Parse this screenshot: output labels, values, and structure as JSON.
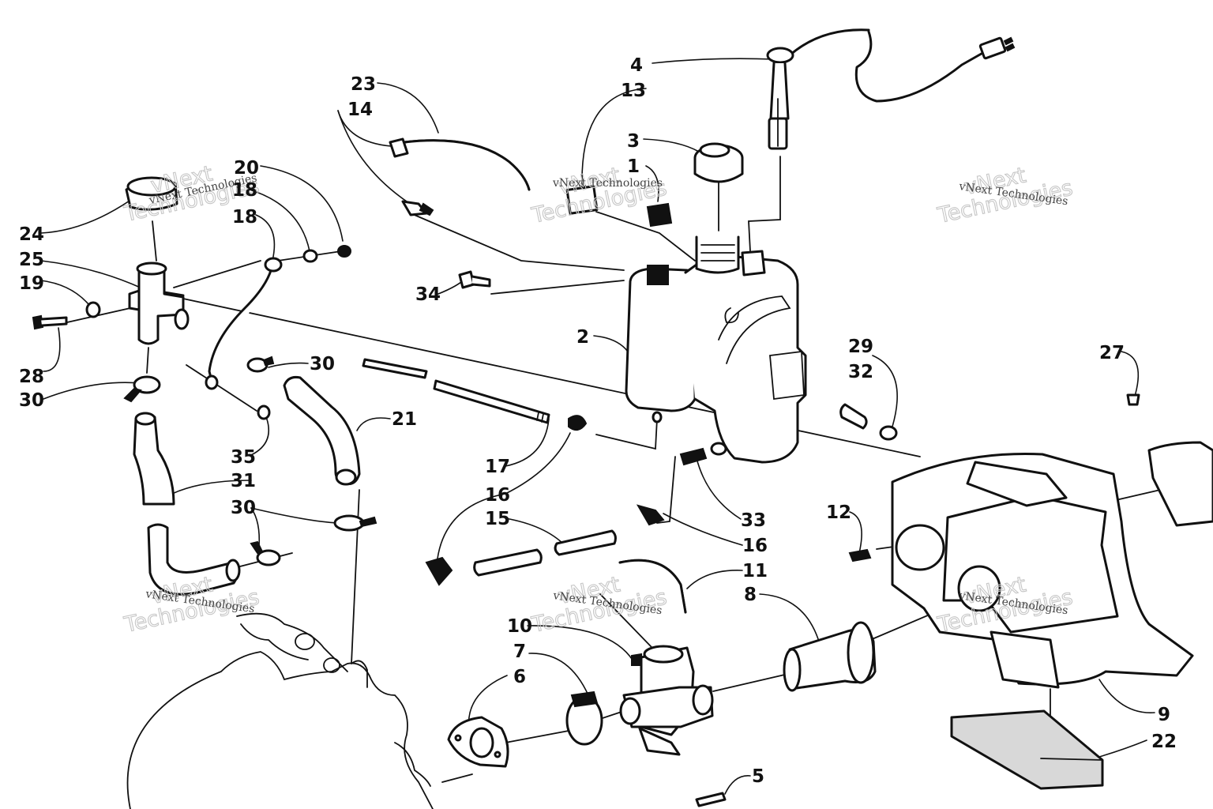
{
  "callouts": [
    {
      "id": "c4",
      "text": "4"
    },
    {
      "id": "c13",
      "text": "13"
    },
    {
      "id": "c23",
      "text": "23"
    },
    {
      "id": "c14",
      "text": "14"
    },
    {
      "id": "c3",
      "text": "3"
    },
    {
      "id": "c1",
      "text": "1"
    },
    {
      "id": "c20",
      "text": "20"
    },
    {
      "id": "c18a",
      "text": "18"
    },
    {
      "id": "c18b",
      "text": "18"
    },
    {
      "id": "c24",
      "text": "24"
    },
    {
      "id": "c25",
      "text": "25"
    },
    {
      "id": "c19",
      "text": "19"
    },
    {
      "id": "c34",
      "text": "34"
    },
    {
      "id": "c2",
      "text": "2"
    },
    {
      "id": "c29",
      "text": "29"
    },
    {
      "id": "c32",
      "text": "32"
    },
    {
      "id": "c27",
      "text": "27"
    },
    {
      "id": "c28",
      "text": "28"
    },
    {
      "id": "c30a",
      "text": "30"
    },
    {
      "id": "c30b",
      "text": "30"
    },
    {
      "id": "c21",
      "text": "21"
    },
    {
      "id": "c17",
      "text": "17"
    },
    {
      "id": "c35",
      "text": "35"
    },
    {
      "id": "c31",
      "text": "31"
    },
    {
      "id": "c16a",
      "text": "16"
    },
    {
      "id": "c33",
      "text": "33"
    },
    {
      "id": "c30c",
      "text": "30"
    },
    {
      "id": "c15",
      "text": "15"
    },
    {
      "id": "c16b",
      "text": "16"
    },
    {
      "id": "c12",
      "text": "12"
    },
    {
      "id": "c11",
      "text": "11"
    },
    {
      "id": "c8",
      "text": "8"
    },
    {
      "id": "c10",
      "text": "10"
    },
    {
      "id": "c7",
      "text": "7"
    },
    {
      "id": "c6",
      "text": "6"
    },
    {
      "id": "c9",
      "text": "9"
    },
    {
      "id": "c22",
      "text": "22"
    },
    {
      "id": "c5",
      "text": "5"
    }
  ],
  "watermark": {
    "line1": "vNext",
    "line2": "Technologies",
    "label": "vNext Technologies"
  }
}
